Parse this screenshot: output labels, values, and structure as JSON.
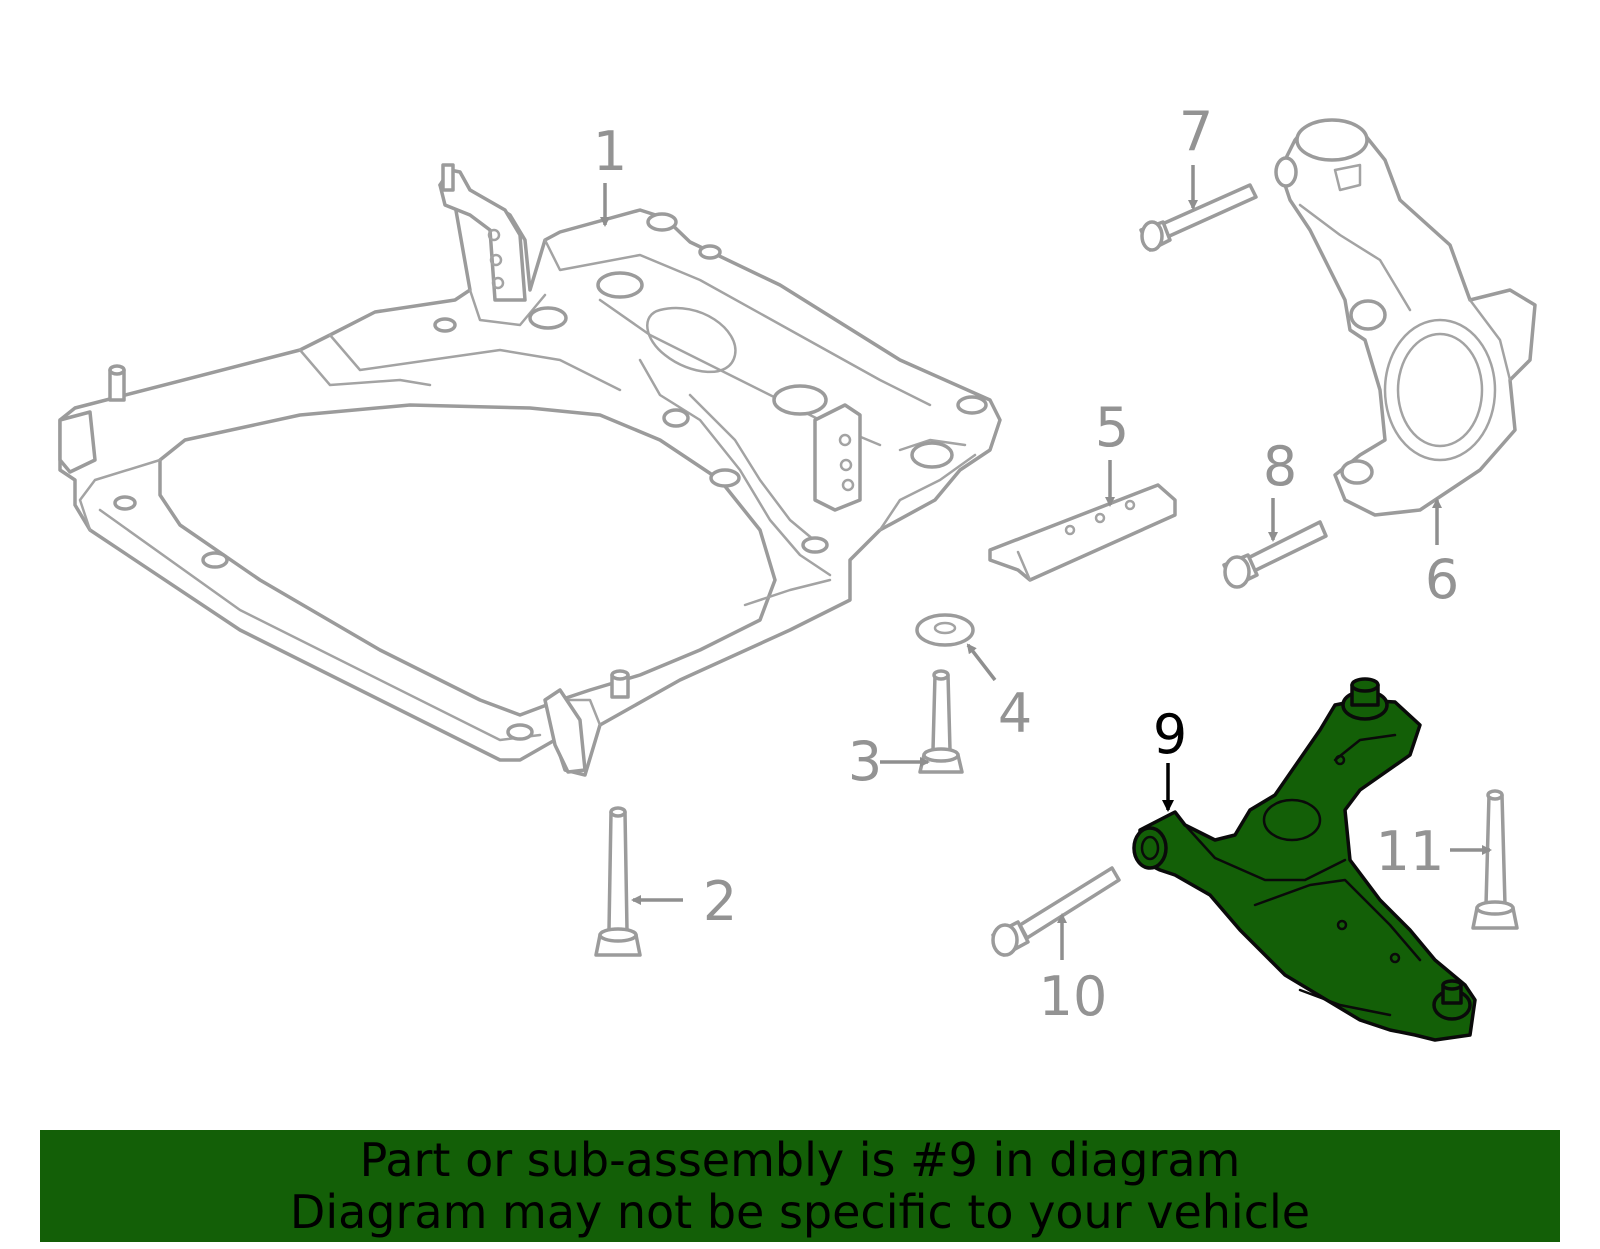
{
  "diagram": {
    "callouts": {
      "c1": "1",
      "c2": "2",
      "c3": "3",
      "c4": "4",
      "c5": "5",
      "c6": "6",
      "c7": "7",
      "c8": "8",
      "c9": "9",
      "c10": "10",
      "c11": "11"
    },
    "highlighted_part": "9",
    "colors": {
      "highlight_fill": "#135f07",
      "line_gray": "#9b9b9b",
      "callout_gray": "#939393",
      "banner_bg": "#135f07"
    }
  },
  "banner": {
    "line1": "Part or sub-assembly is #9 in diagram",
    "line2": "Diagram may not be specific to your vehicle"
  }
}
